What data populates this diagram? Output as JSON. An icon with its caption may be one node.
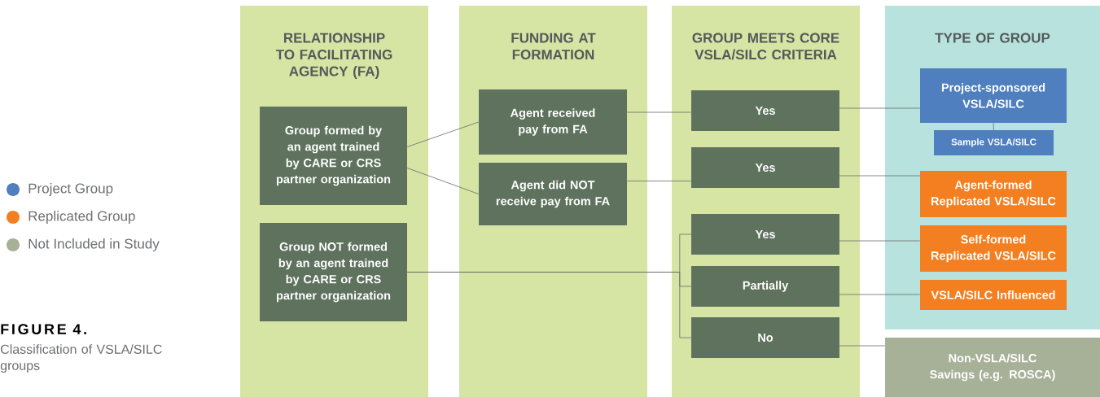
{
  "diagram": {
    "title": "FIGURE 4.",
    "caption": "Classification of VSLA/SILC groups",
    "nodes": [
      {
        "text": [
          "RELATIONSHIP TO FACILITATING AGENCY (FA)"
        ]
      },
      {
        "text": [
          "FUNDING AT FORMATION"
        ]
      },
      {
        "text": [
          "GROUP MEETS CORE VSLA/SILC CRITERIA"
        ]
      },
      {
        "text": [
          "TYPE OF GROUP"
        ]
      },
      {
        "text": [
          "Group formed by an agent trained by CARE or CRS partner organization"
        ],
        "in": 0
      },
      {
        "text": [
          "Group NOT formed by an agent trained by CARE or CRS partner organization"
        ],
        "in": 0
      },
      {
        "text": [
          "Agent received pay from FA"
        ],
        "in": 1
      },
      {
        "text": [
          "Agent did NOT receive pay from FA"
        ],
        "in": 1
      },
      {
        "text": [
          "Yes"
        ],
        "in": 2
      },
      {
        "text": [
          "Yes"
        ],
        "in": 2
      },
      {
        "text": [
          "Yes"
        ],
        "in": 2
      },
      {
        "text": [
          "Partially"
        ],
        "in": 2
      },
      {
        "text": [
          "No"
        ],
        "in": 2
      },
      {
        "text": [
          "Project-sponsored VSLA/SILC"
        ],
        "in": 3
      },
      {
        "text": [
          "Sample VSLA/SILC"
        ],
        "in": 3
      },
      {
        "text": [
          "Agent-formed Replicated VSLA/SILC"
        ],
        "in": 3
      },
      {
        "text": [
          "Self-formed Replicated VSLA/SILC"
        ],
        "in": 3
      },
      {
        "text": [
          "VSLA/SILC Influenced"
        ],
        "in": 3
      },
      {
        "text": [
          "Non-VSLA/SILC Savings (e.g. ROSCA)"
        ]
      }
    ],
    "edges": [
      {
        "from": 4,
        "to": 6,
        "arrow": "none"
      },
      {
        "from": 4,
        "to": 7,
        "arrow": "none"
      },
      {
        "from": 6,
        "to": 8,
        "arrow": "none"
      },
      {
        "from": 7,
        "to": 9,
        "arrow": "none"
      },
      {
        "from": 8,
        "to": 13,
        "arrow": "none"
      },
      {
        "from": 13,
        "to": 14,
        "arrow": "none"
      },
      {
        "from": 9,
        "to": 15,
        "arrow": "none"
      },
      {
        "from": 5,
        "to": 10,
        "arrow": "none"
      },
      {
        "from": 5,
        "to": 11,
        "arrow": "none"
      },
      {
        "from": 5,
        "to": 12,
        "arrow": "none"
      },
      {
        "from": 10,
        "to": 16,
        "arrow": "none"
      },
      {
        "from": 11,
        "to": 17,
        "arrow": "none"
      },
      {
        "from": 12,
        "to": 18,
        "arrow": "none"
      }
    ],
    "legend": [
      {
        "text": "Project Group",
        "color": "#4f7fbf"
      },
      {
        "text": "Replicated Group",
        "color": "#f47f20"
      },
      {
        "text": "Not Included in Study",
        "color": "#a7b198"
      }
    ]
  }
}
